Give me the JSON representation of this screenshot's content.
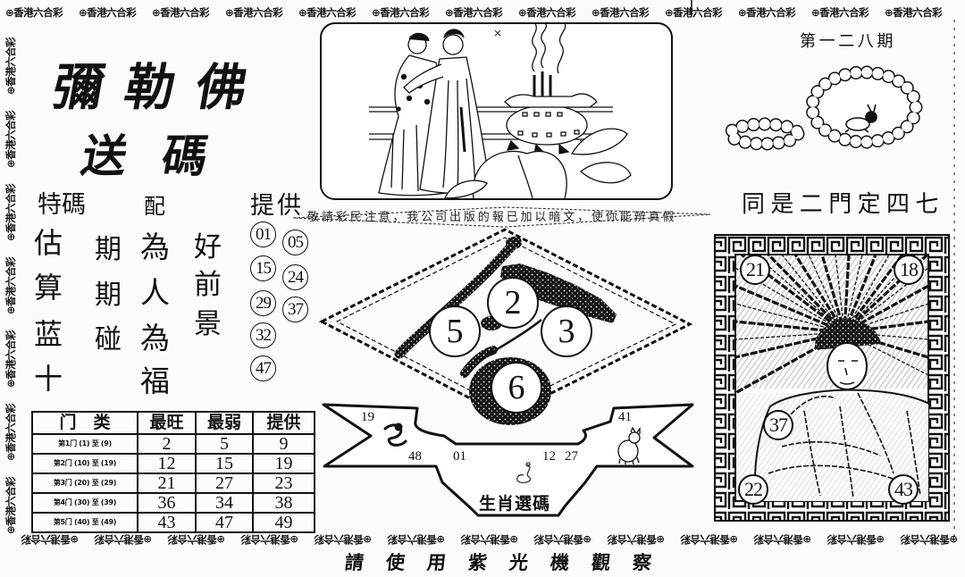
{
  "border": {
    "segment": "⊕香港六合彩"
  },
  "title": {
    "line1": "彌勒佛",
    "line2": "送碼"
  },
  "special": {
    "label": "特碼",
    "pair_label": "配",
    "provide_label": "提供",
    "verse": {
      "col1": [
        "估",
        "算",
        "蓝",
        "十"
      ],
      "col2": [
        "期",
        "期",
        "碰"
      ],
      "col3": [
        "為",
        "人",
        "為",
        "福"
      ],
      "col4": [
        "好",
        "前",
        "景"
      ]
    },
    "numbers": [
      "01",
      "05",
      "15",
      "24",
      "29",
      "37",
      "32",
      "47"
    ]
  },
  "door_table": {
    "headers": [
      "门　类",
      "最旺",
      "最弱",
      "提供"
    ],
    "rows": [
      {
        "door": "第1门 (1) 至 (9)",
        "hottest": "2",
        "weakest": "5",
        "provided": "9"
      },
      {
        "door": "第2门 (10) 至 (19)",
        "hottest": "12",
        "weakest": "15",
        "provided": "19"
      },
      {
        "door": "第3门 (20) 至 (29)",
        "hottest": "21",
        "weakest": "27",
        "provided": "23"
      },
      {
        "door": "第4门 (30) 至 (39)",
        "hottest": "36",
        "weakest": "34",
        "provided": "38"
      },
      {
        "door": "第5门 (40) 至 (49)",
        "hottest": "43",
        "weakest": "47",
        "provided": "49"
      }
    ]
  },
  "notice": "敬請彩民注意，我公司出版的報已加以暗文，使你能辨真假",
  "diamond": {
    "balls": [
      "5",
      "2",
      "3",
      "6"
    ]
  },
  "zodiac": {
    "label": "生肖選碼",
    "dragon_number": "19",
    "pig_number": "41",
    "row_numbers": [
      "48",
      "01",
      "12",
      "27"
    ],
    "icons": [
      "dragon-icon",
      "snake-icon",
      "pig-icon"
    ]
  },
  "issue": "第一二八期",
  "tip": "同是二門定四七",
  "buddha": {
    "numbers": [
      "21",
      "18",
      "37",
      "22",
      "43"
    ]
  },
  "footer": "請使用紫光機觀察"
}
